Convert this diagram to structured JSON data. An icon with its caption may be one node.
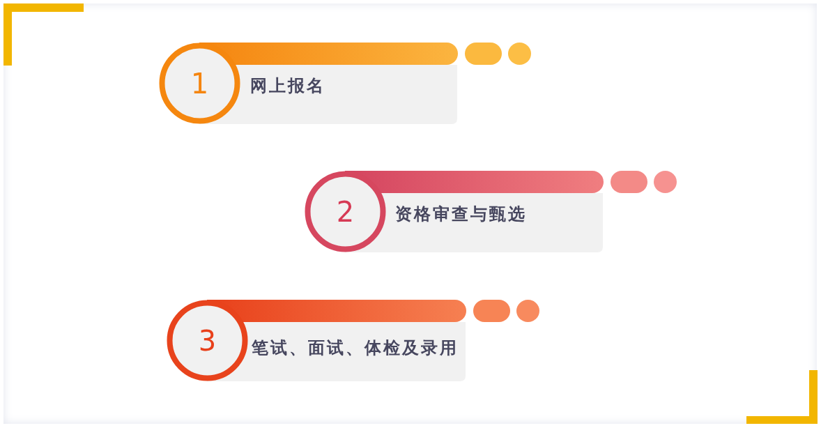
{
  "diagram": {
    "nodes": [
      {
        "text": [
          "1",
          "网上报名"
        ]
      },
      {
        "text": [
          "2",
          "资格审查与甄选"
        ]
      },
      {
        "text": [
          "3",
          "笔试、面试、体检及录用"
        ]
      }
    ]
  }
}
